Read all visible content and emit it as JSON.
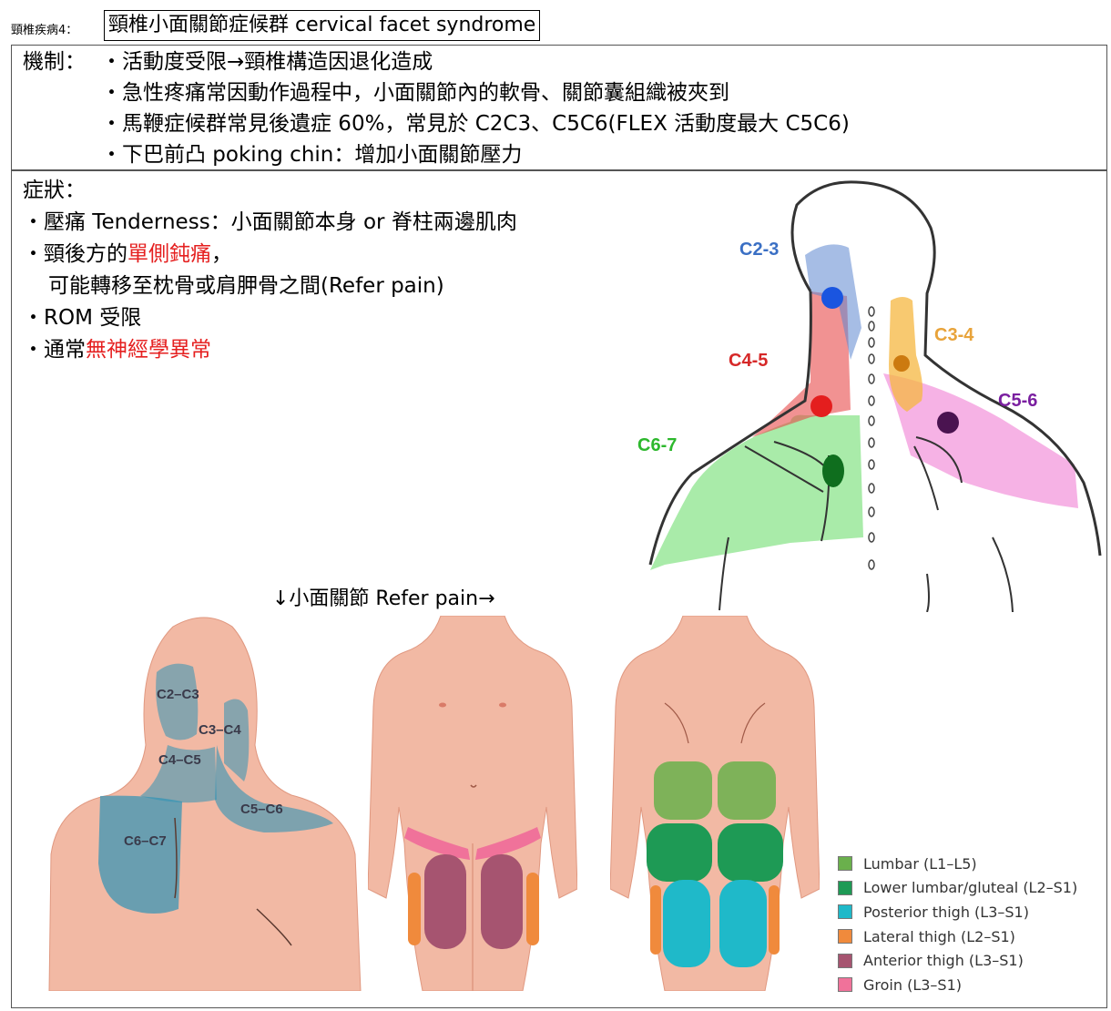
{
  "header": {
    "prefix": "頸椎疾病4：",
    "title": "頸椎小面關節症候群 cervical facet syndrome"
  },
  "mechanism": {
    "label": "機制：",
    "items": [
      "・活動度受限→頸椎構造因退化造成",
      "・急性疼痛常因動作過程中，小面關節內的軟骨、關節囊組織被夾到",
      "・馬鞭症候群常見後遺症 60%，常見於 C2C3、C5C6(FLEX 活動度最大 C5C6)",
      "・下巴前凸 poking chin：增加小面關節壓力"
    ]
  },
  "symptoms": {
    "label": "症狀：",
    "item1": "・壓痛 Tenderness：小面關節本身 or 脊柱兩邊肌肉",
    "item2_pre": "・頸後方的",
    "item2_red": "單側鈍痛",
    "item2_post": "，",
    "item2_line2": "可能轉移至枕骨或肩胛骨之間(Refer pain)",
    "item3": "・ROM 受限",
    "item4_pre": "・通常",
    "item4_red": "無神經學異常"
  },
  "refer_caption": "↓小面關節 Refer pain→",
  "top_figure": {
    "labels": {
      "c23": "C2-3",
      "c34": "C3-4",
      "c45": "C4-5",
      "c56": "C5-6",
      "c67": "C6-7"
    },
    "colors": {
      "c23": "#3a6fc4",
      "c34": "#e8a33a",
      "c45": "#d62828",
      "c56": "#7a1fa0",
      "c67": "#2db82d"
    }
  },
  "neck_figure": {
    "labels": {
      "c2c3": "C2–C3",
      "c3c4": "C3–C4",
      "c4c5": "C4–C5",
      "c5c6": "C5–C6",
      "c6c7": "C6–C7"
    },
    "zone_color": "#2f93b5"
  },
  "legend": [
    {
      "label": "Lumbar (L1–L5)",
      "color": "#6ab04c"
    },
    {
      "label": "Lower lumbar/gluteal (L2–S1)",
      "color": "#1e9a55"
    },
    {
      "label": "Posterior thigh (L3–S1)",
      "color": "#1fb9c9"
    },
    {
      "label": "Lateral thigh (L2–S1)",
      "color": "#f08a3c"
    },
    {
      "label": "Anterior thigh (L3–S1)",
      "color": "#a65470"
    },
    {
      "label": "Groin (L3–S1)",
      "color": "#f0729a"
    }
  ]
}
